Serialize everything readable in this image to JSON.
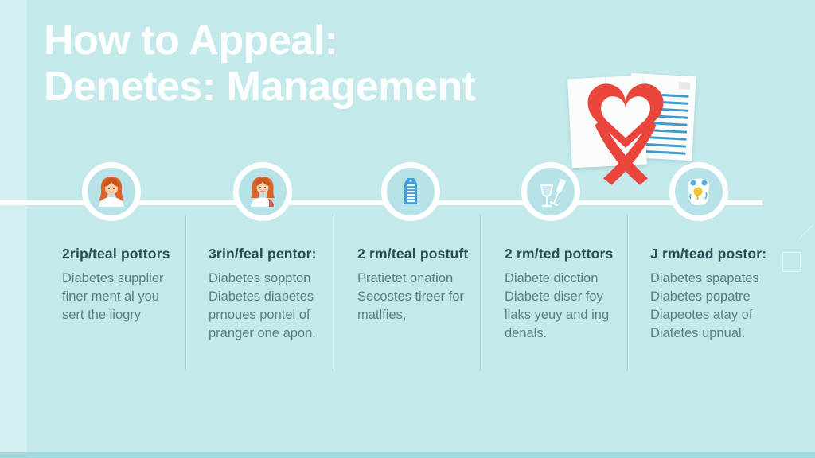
{
  "title": {
    "line1": "How to Appeal:",
    "line2": "Denetes: Management"
  },
  "colors": {
    "background": "#c3e9ea",
    "title_text": "#fdffff",
    "heading_text": "#2a4c59",
    "body_text": "#5d7d86",
    "timeline_line": "#ffffff",
    "accent_red": "#ea453a",
    "document_line_blue": "#3f9bcd",
    "icon_blue": "#3f9fd8",
    "hair_orange": "#db6327",
    "bottom_strip": "#a3dadd"
  },
  "illustration": {
    "name": "heart-ribbon-over-documents"
  },
  "timeline": {
    "steps": [
      {
        "icon": "patient-woman-icon",
        "heading": "2rip/teal pottors",
        "body": "Diabetes supplier\nfiner ment al you\nsert the liogry"
      },
      {
        "icon": "nurse-woman-icon",
        "heading": "3rin/feal pentor:",
        "body": "Diabetes soppton\nDiabetes diabetes\nprnoues pontel of\npranger one apon."
      },
      {
        "icon": "medical-chart-icon",
        "heading": "2 rm/teal postuft",
        "body": "Pratietet onation\nSecostes tireer for\nmatlfies,"
      },
      {
        "icon": "drink-glasses-icon",
        "heading": "2 rm/ted pottors",
        "body": "Diabete dicction\nDiabete diser foy\nllaks yeuy and ing\ndenals."
      },
      {
        "icon": "stomach-organ-icon",
        "heading": "J rm/tead postor:",
        "body": "Diabetes spapates\nDiabetes popatre\nDiapeotes atay of\nDiatetes upnual."
      }
    ]
  }
}
